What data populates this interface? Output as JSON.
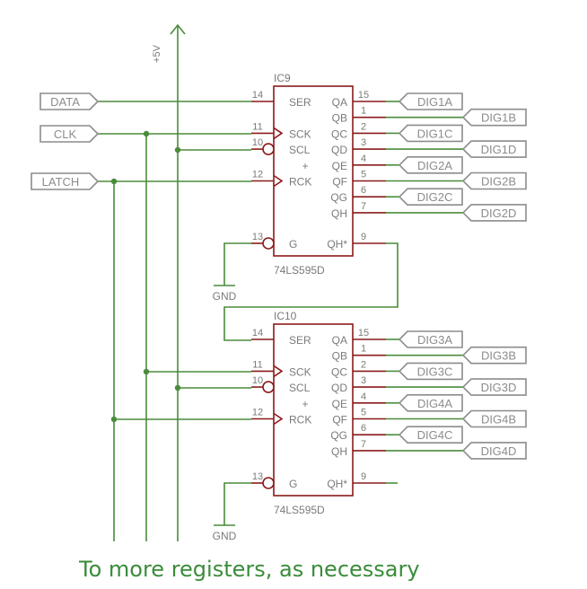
{
  "supply": {
    "label": "+5V"
  },
  "inputs": [
    {
      "id": "data",
      "label": "DATA"
    },
    {
      "id": "clk",
      "label": "CLK"
    },
    {
      "id": "latch",
      "label": "LATCH"
    }
  ],
  "chips": [
    {
      "name": "IC9",
      "part": "74LS595D",
      "pins_left": [
        {
          "label": "SER",
          "num": "14"
        },
        {
          "label": "SCK",
          "num": "11",
          "clock": true
        },
        {
          "label": "SCL",
          "num": "10",
          "inverted": true
        },
        {
          "label": "",
          "num": ""
        },
        {
          "label": "RCK",
          "num": "12",
          "clock": true
        }
      ],
      "pins_right": [
        {
          "label": "QA",
          "num": "15",
          "net": "DIG1A"
        },
        {
          "label": "QB",
          "num": "1",
          "net": "DIG1B"
        },
        {
          "label": "QC",
          "num": "2",
          "net": "DIG1C"
        },
        {
          "label": "QD",
          "num": "3",
          "net": "DIG1D"
        },
        {
          "label": "QE",
          "num": "4",
          "net": "DIG2A"
        },
        {
          "label": "QF",
          "num": "5",
          "net": "DIG2B"
        },
        {
          "label": "QG",
          "num": "6",
          "net": "DIG2C"
        },
        {
          "label": "QH",
          "num": "7",
          "net": "DIG2D"
        }
      ],
      "pin_g": {
        "label": "G",
        "num": "13"
      },
      "pin_qh": {
        "label": "QH*",
        "num": "9"
      },
      "plus": "+"
    },
    {
      "name": "IC10",
      "part": "74LS595D",
      "pins_left": [
        {
          "label": "SER",
          "num": "14"
        },
        {
          "label": "SCK",
          "num": "11",
          "clock": true
        },
        {
          "label": "SCL",
          "num": "10",
          "inverted": true
        },
        {
          "label": "",
          "num": ""
        },
        {
          "label": "RCK",
          "num": "12",
          "clock": true
        }
      ],
      "pins_right": [
        {
          "label": "QA",
          "num": "15",
          "net": "DIG3A"
        },
        {
          "label": "QB",
          "num": "1",
          "net": "DIG3B"
        },
        {
          "label": "QC",
          "num": "2",
          "net": "DIG3C"
        },
        {
          "label": "QD",
          "num": "3",
          "net": "DIG3D"
        },
        {
          "label": "QE",
          "num": "4",
          "net": "DIG4A"
        },
        {
          "label": "QF",
          "num": "5",
          "net": "DIG4B"
        },
        {
          "label": "QG",
          "num": "6",
          "net": "DIG4C"
        },
        {
          "label": "QH",
          "num": "7",
          "net": "DIG4D"
        }
      ],
      "pin_g": {
        "label": "G",
        "num": "13"
      },
      "pin_qh": {
        "label": "QH*",
        "num": "9"
      },
      "plus": "+"
    }
  ],
  "ground": {
    "label": "GND"
  },
  "note": "To more registers, as necessary"
}
